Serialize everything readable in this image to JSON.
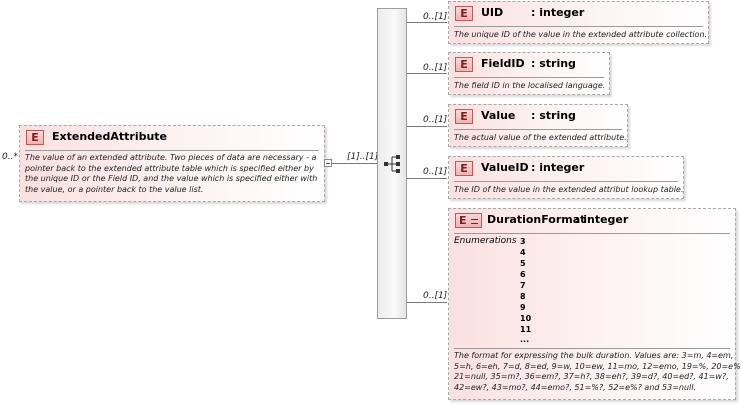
{
  "root": {
    "badge": "E",
    "name": "ExtendedAttribute",
    "cardinality": "0..*",
    "doc_lines": [
      "The value of an extended attribute.  Two pieces of data are necessary - a",
      "pointer back to the extended attribute table which is specified either by",
      "the unique ID or the Field ID, and the value which is specified either with",
      "the value, or a pointer back to the value list."
    ]
  },
  "sequence": {
    "cardinality": "[1]..[1]",
    "icon": "sequence-compositor-icon"
  },
  "children": [
    {
      "badge": "E",
      "name": "UID",
      "type": ": integer",
      "cardinality": "0..[1]",
      "doc": "The unique ID of the value in the extended attribute collection."
    },
    {
      "badge": "E",
      "name": "FieldID",
      "type": ": string",
      "cardinality": "0..[1]",
      "doc": "The field ID in the localised language."
    },
    {
      "badge": "E",
      "name": "Value",
      "type": ": string",
      "cardinality": "0..[1]",
      "doc": "The actual value of the extended attribute."
    },
    {
      "badge": "E",
      "name": "ValueID",
      "type": ": integer",
      "cardinality": "0..[1]",
      "doc": "The ID of the value in the extended attribut lookup table."
    }
  ],
  "duration": {
    "badge": "E",
    "name": "DurationFormat",
    "type": ": integer",
    "cardinality": "0..[1]",
    "enum_label": "Enumerations",
    "enumerations": [
      "3",
      "4",
      "5",
      "6",
      "7",
      "8",
      "9",
      "10",
      "11",
      "..."
    ],
    "doc_lines": [
      "The format for expressing the bulk duration.  Values are: 3=m, 4=em,",
      "5=h, 6=eh, 7=d, 8=ed, 9=w, 10=ew, 11=mo, 12=emo, 19=%, 20=e%,",
      "21=null, 35=m?, 36=em?, 37=h?, 38=eh?, 39=d?, 40=ed?, 41=w?,",
      "42=ew?, 43=mo?, 44=emo?, 51=%?, 52=e%? and 53=null."
    ]
  },
  "colors": {
    "element_fill": "#fbe0e0",
    "badge_border": "#b85a5a",
    "connector": "#7a7a7a"
  }
}
